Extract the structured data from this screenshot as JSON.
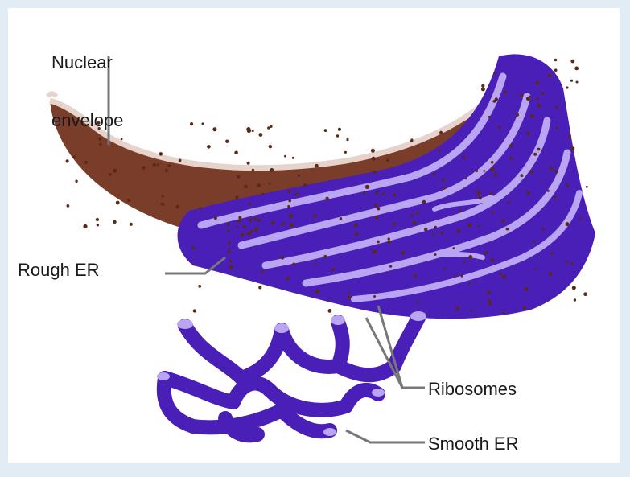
{
  "labels": {
    "nuclear_envelope_line1": "Nuclear",
    "nuclear_envelope_line2": "envelope",
    "rough_er": "Rough ER",
    "ribosomes": "Ribosomes",
    "smooth_er": "Smooth ER"
  },
  "colors": {
    "background": "#e2ecf5",
    "panel": "#ffffff",
    "envelope_brown": "#7a3d2a",
    "envelope_rim": "#e6d3cc",
    "er_dark_purple": "#4a1fb8",
    "er_light_purple": "#b9a5f2",
    "ribosome_dot": "#5a2a14",
    "leader_line": "#777777"
  }
}
